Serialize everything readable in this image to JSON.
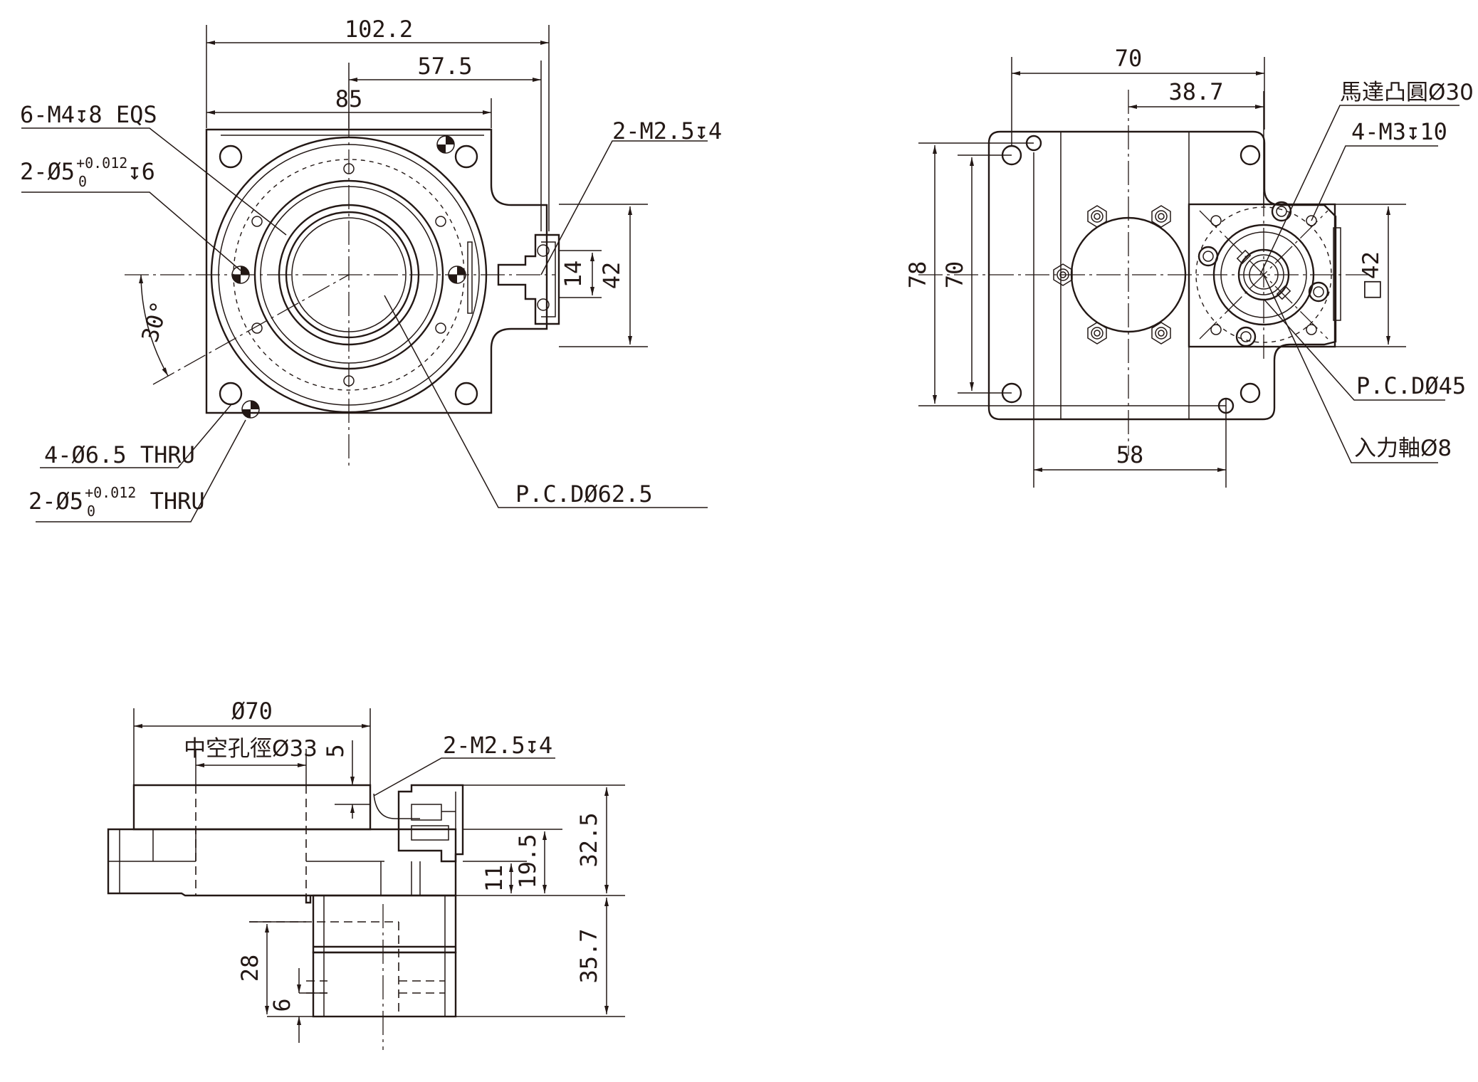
{
  "views": {
    "front": {
      "dims": {
        "overall_width": "102.2",
        "to_connector": "57.5",
        "body_width": "85",
        "conn_width": "14",
        "conn_height": "42",
        "angle": "30°",
        "pcd": "P.C.DØ62.5"
      },
      "callouts": {
        "m4": "6-M4↧8 EQS",
        "pin_top_pre": "2-Ø5",
        "pin_top_tol_up": "+0.012",
        "pin_top_tol_low": "0",
        "pin_top_post": "↧6",
        "thru": "4-Ø6.5 THRU",
        "pin_bot_pre": "2-Ø5",
        "pin_bot_tol_up": "+0.012",
        "pin_bot_tol_low": "0",
        "pin_bot_post": " THRU",
        "m25": "2-M2.5↧4"
      }
    },
    "right": {
      "dims": {
        "width": "70",
        "offset": "38.7",
        "height_outer": "78",
        "height_inner": "70",
        "bottom": "58",
        "square": "□42"
      },
      "callouts": {
        "motor_boss": "馬達凸圓Ø30",
        "m3": "4-M3↧10",
        "pcd": "P.C.DØ45",
        "input_shaft": "入力軸Ø8"
      }
    },
    "side": {
      "dims": {
        "dia": "Ø70",
        "hollow": "中空孔徑Ø33",
        "five": "5",
        "h325": "32.5",
        "h195": "19.5",
        "h11": "11",
        "h357": "35.7",
        "h28": "28",
        "h6": "6"
      },
      "callouts": {
        "m25": "2-M2.5↧4"
      }
    }
  }
}
